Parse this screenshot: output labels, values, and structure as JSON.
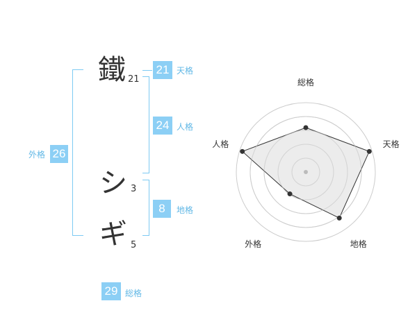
{
  "name": {
    "characters": [
      {
        "char": "鐵",
        "strokes": "21"
      },
      {
        "char": "シ",
        "strokes": "3"
      },
      {
        "char": "ギ",
        "strokes": "5"
      }
    ]
  },
  "fortunes": {
    "tenkaku": {
      "label": "天格",
      "value": "21"
    },
    "jinkaku": {
      "label": "人格",
      "value": "24"
    },
    "chikaku": {
      "label": "地格",
      "value": "8"
    },
    "gaikaku": {
      "label": "外格",
      "value": "26"
    },
    "soukaku": {
      "label": "総格",
      "value": "29"
    }
  },
  "radar": {
    "axes": [
      "総格",
      "天格",
      "地格",
      "外格",
      "人格"
    ],
    "values": [
      0.64,
      0.96,
      0.82,
      0.39,
      0.96
    ],
    "colors": {
      "ring": "#cccccc",
      "fill": "#e6e6e6",
      "line": "#333333",
      "point": "#333333",
      "center": "#bbbbbb"
    }
  }
}
